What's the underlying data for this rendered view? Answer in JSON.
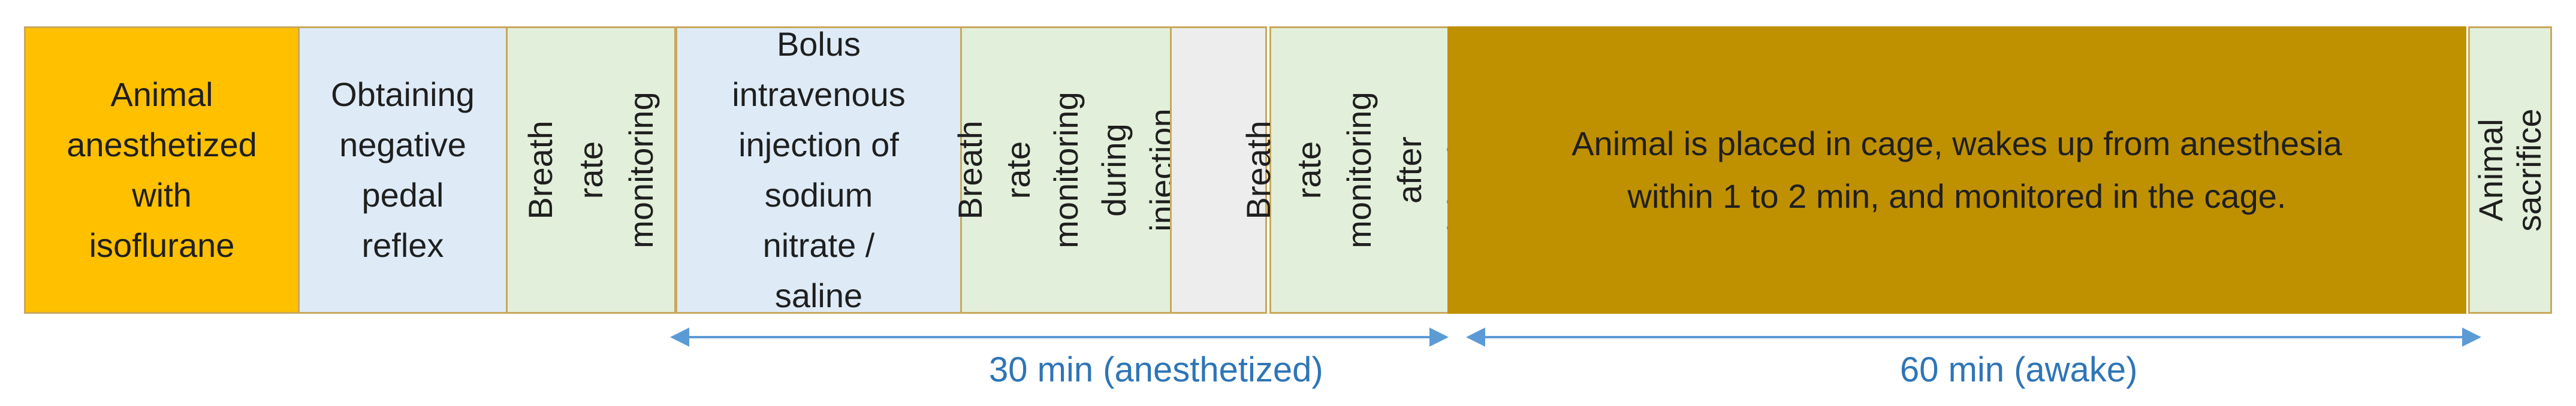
{
  "steps": {
    "anesthesia": "Animal\nanesthetized\nwith\nisoflurane",
    "pedal_reflex": "Obtaining\nnegative\npedal\nreflex",
    "breath_rate_1": "Breath rate\nmonitoring",
    "bolus": "Bolus\nintravenous\ninjection of\nsodium\nnitrate /\nsaline",
    "breath_rate_during": "Breath rate\nmonitoring\nduring\ninjection",
    "breath_rate_after": "Breath rate\nmonitoring\nafter injection",
    "cage": "Animal is placed in cage, wakes up from anesthesia\nwithin 1 to 2 min, and monitored in the cage.",
    "sacrifice": "Animal\nsacrifice"
  },
  "timespans": {
    "anesthetized": "30 min (anesthetized)",
    "awake": "60 min (awake)"
  },
  "colors": {
    "orange": "#ffc000",
    "light_blue": "#deebf7",
    "light_green": "#e2efda",
    "light_gray": "#ededed",
    "gold": "#bf9000",
    "arrow_blue": "#2e75b6"
  }
}
